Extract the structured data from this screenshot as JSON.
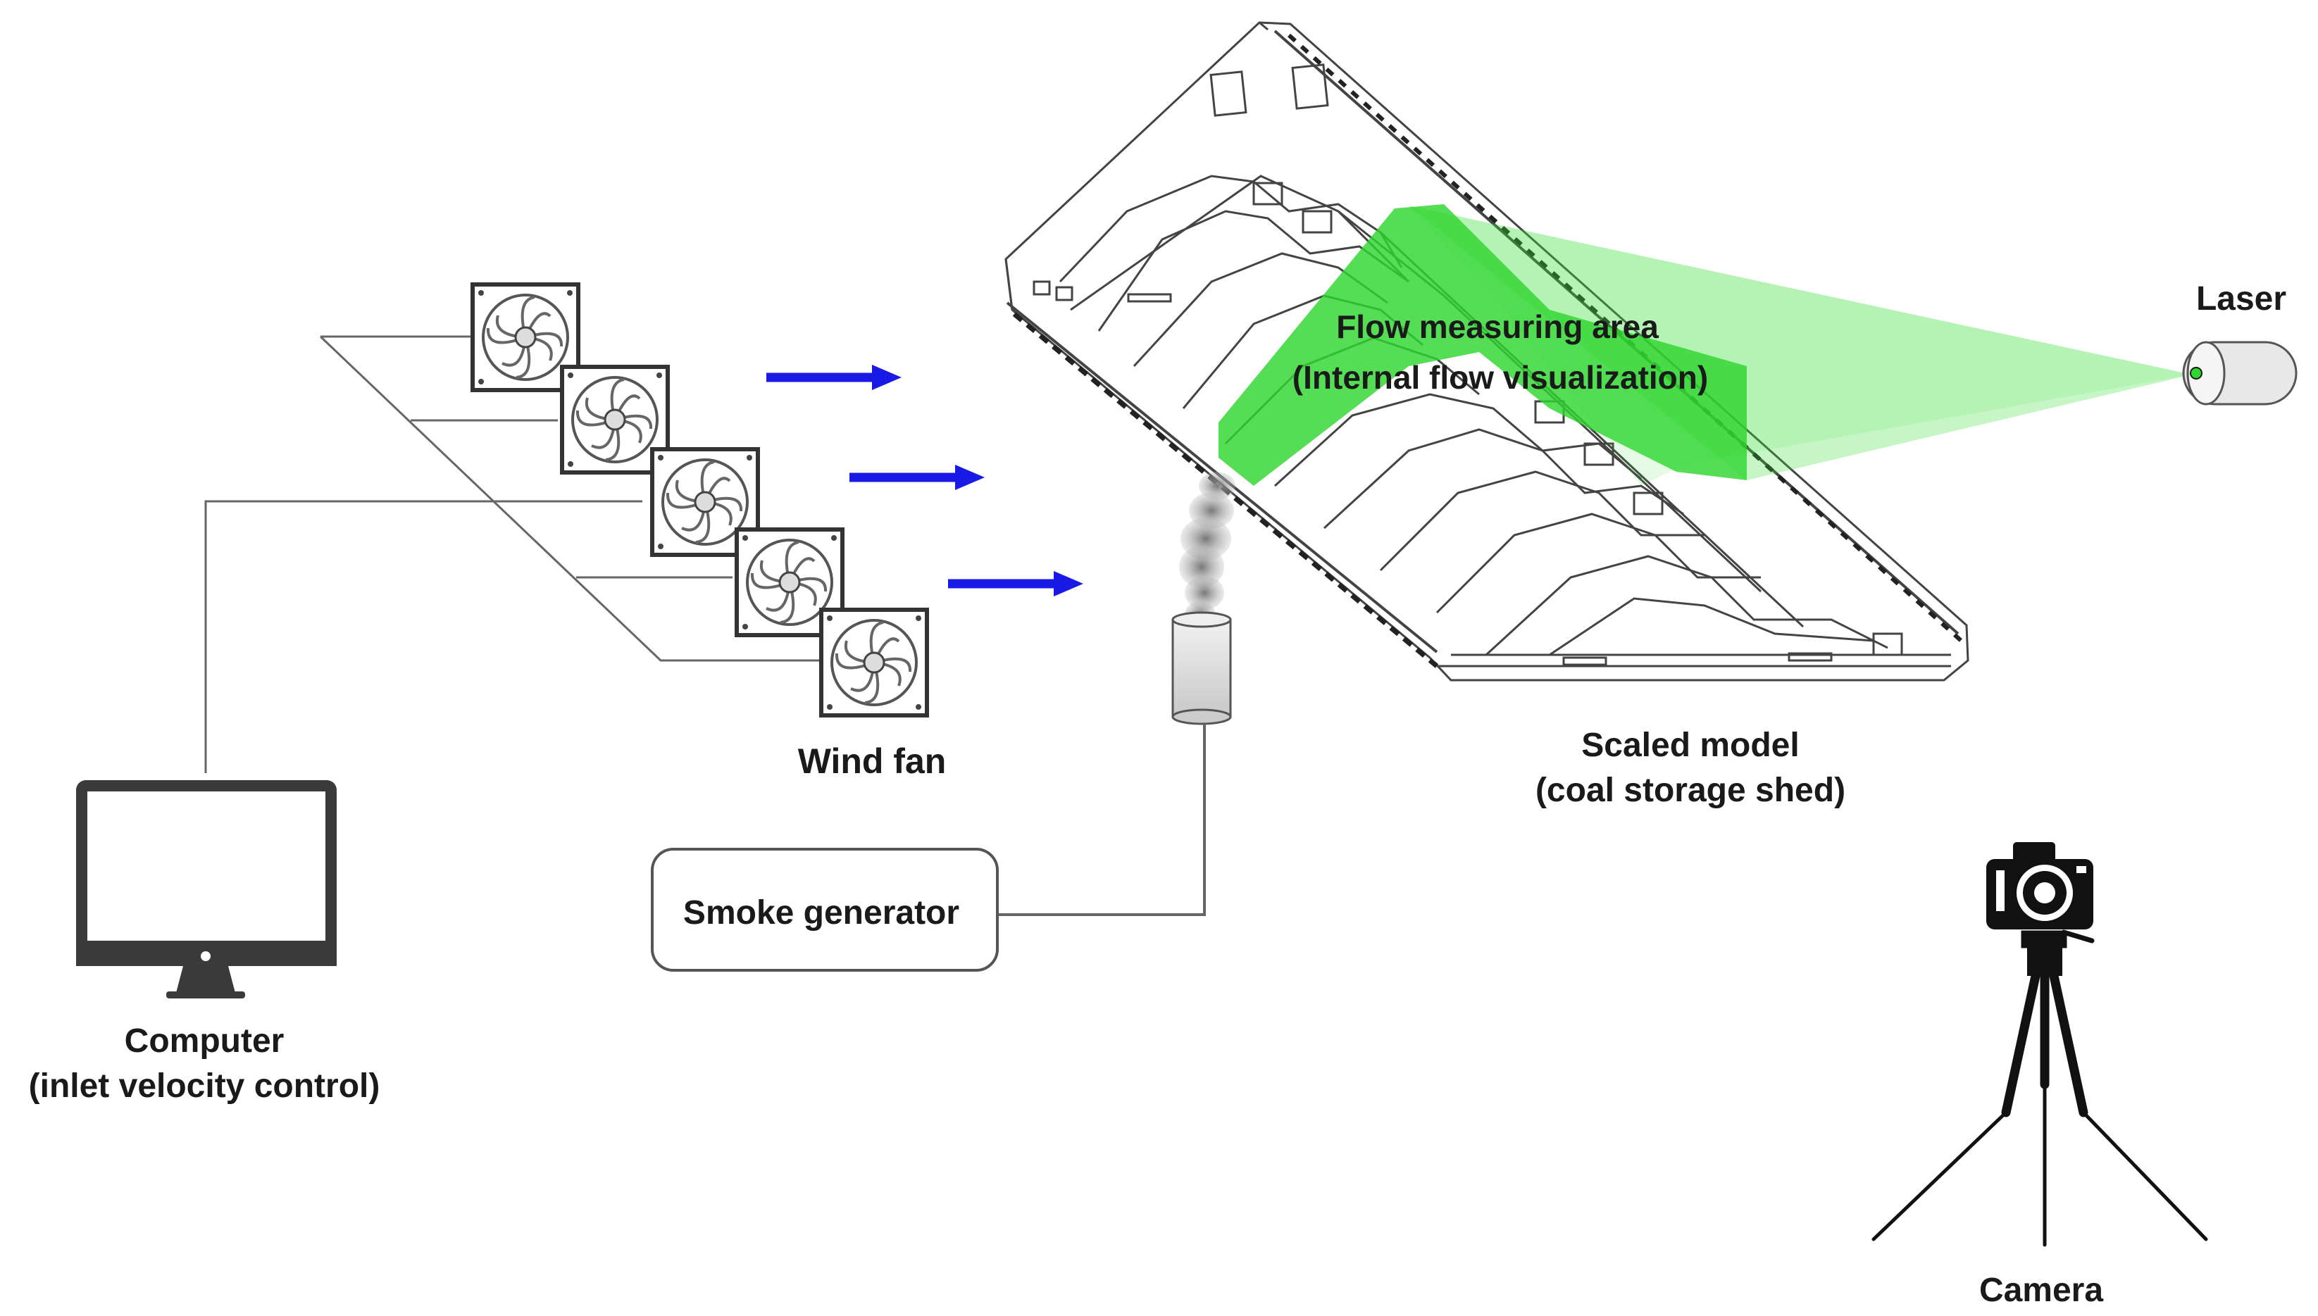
{
  "labels": {
    "laser": "Laser",
    "flow_area_line1": "Flow measuring area",
    "flow_area_line2": "(Internal flow visualization)",
    "wind_fan": "Wind fan",
    "scaled_model_line1": "Scaled model",
    "scaled_model_line2": "(coal storage shed)",
    "smoke_generator": "Smoke generator",
    "computer_line1": "Computer",
    "computer_line2": "(inlet velocity control)",
    "camera": "Camera"
  },
  "icons": {
    "fan": "fan-icon",
    "computer": "monitor-icon",
    "camera": "camera-icon",
    "tripod": "tripod-icon",
    "laser": "laser-icon",
    "smoke": "smoke-icon",
    "arrow": "arrow-right-icon"
  },
  "colors": {
    "laser_sheet": "#33dd33",
    "flow_arrow": "#1a1ae6",
    "line": "#555555",
    "outline": "#333333"
  },
  "fan_count": 5,
  "arrow_count": 3
}
